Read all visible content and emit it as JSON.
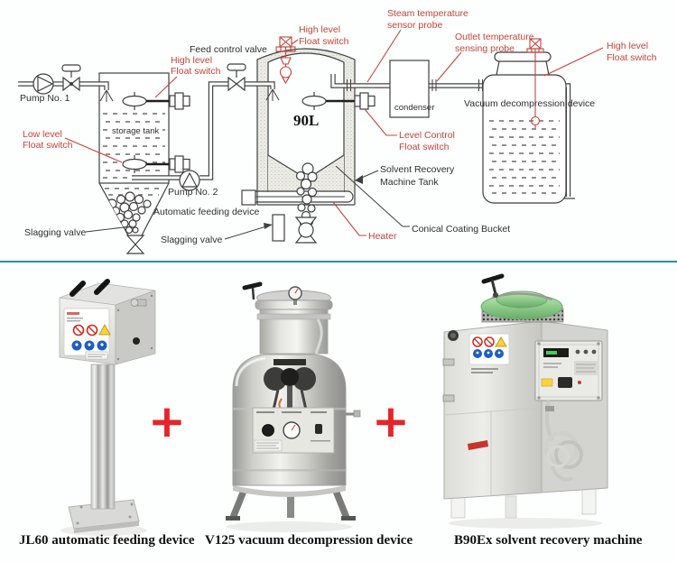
{
  "divider": {
    "color": "#2e8fa3"
  },
  "diagram": {
    "tank_volume": "90L",
    "colors": {
      "line": "#3f3f3f",
      "label_red": "#c5443a"
    },
    "labels": {
      "pump1": "Pump No. 1",
      "pump2": "Pump No. 2",
      "storage_tank": "storage tank",
      "feed_control_valve": "Feed control valve",
      "high_level_float_switch_storage": [
        "High level",
        "Float switch"
      ],
      "high_level_float_switch_feed": [
        "High level",
        "Float switch"
      ],
      "high_level_float_switch_vacuum": [
        "High level",
        "Float switch"
      ],
      "low_level_float_switch": [
        "Low level",
        "Float switch"
      ],
      "level_control_float_switch": [
        "Level Control",
        "Float switch"
      ],
      "steam_temp_probe": [
        "Steam temperature",
        "sensor probe"
      ],
      "outlet_temp_probe": [
        "Outlet temperature",
        "sensing probe"
      ],
      "condenser": "condenser",
      "vacuum_decompression_device": "Vacuum decompression device",
      "solvent_recovery_machine_tank": [
        "Solvent Recovery",
        "Machine Tank"
      ],
      "conical_coating_bucket": "Conical Coating Bucket",
      "heater": "Heater",
      "automatic_feeding_device": "Automatic feeding device",
      "slagging_valve_storage": "Slagging valve",
      "slagging_valve_tank": "Slagging valve"
    }
  },
  "products": {
    "separator": "+",
    "separator_color": "#e5252a",
    "items": [
      {
        "caption": "JL60 automatic feeding device"
      },
      {
        "caption": "V125 vacuum decompression device"
      },
      {
        "caption": "B90Ex solvent recovery machine"
      }
    ]
  }
}
